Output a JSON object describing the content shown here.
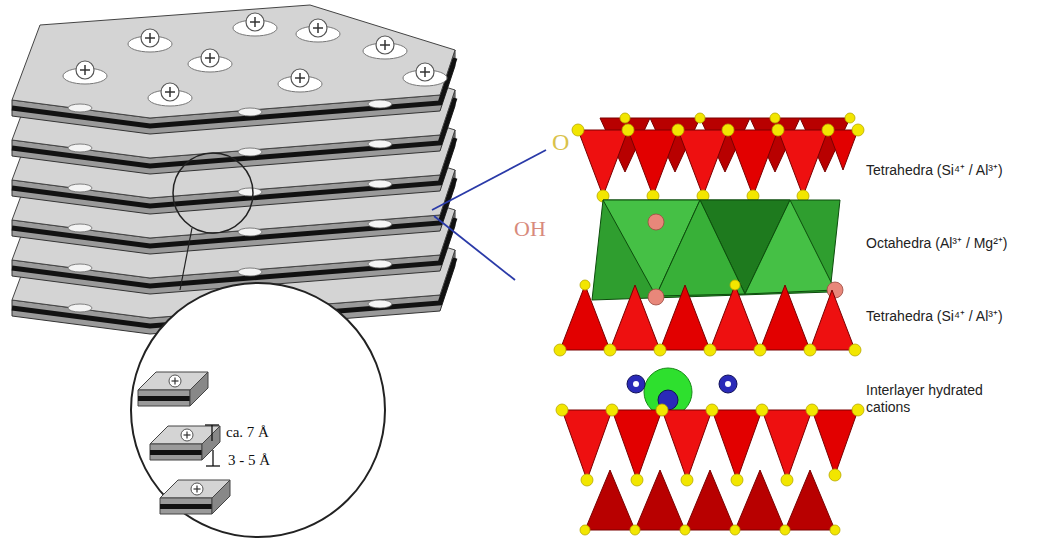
{
  "diagram": {
    "labels": [
      "O",
      "OH",
      "Tetrahedra (Si⁴⁺ / Al³⁺)",
      "Octahedra (Al³⁺ / Mg²⁺)",
      "Tetrahedra (Si⁴⁺ / Al³⁺)",
      "Interlayer hydrated cations",
      "ca. 7 Å",
      "3 - 5 Å"
    ]
  }
}
